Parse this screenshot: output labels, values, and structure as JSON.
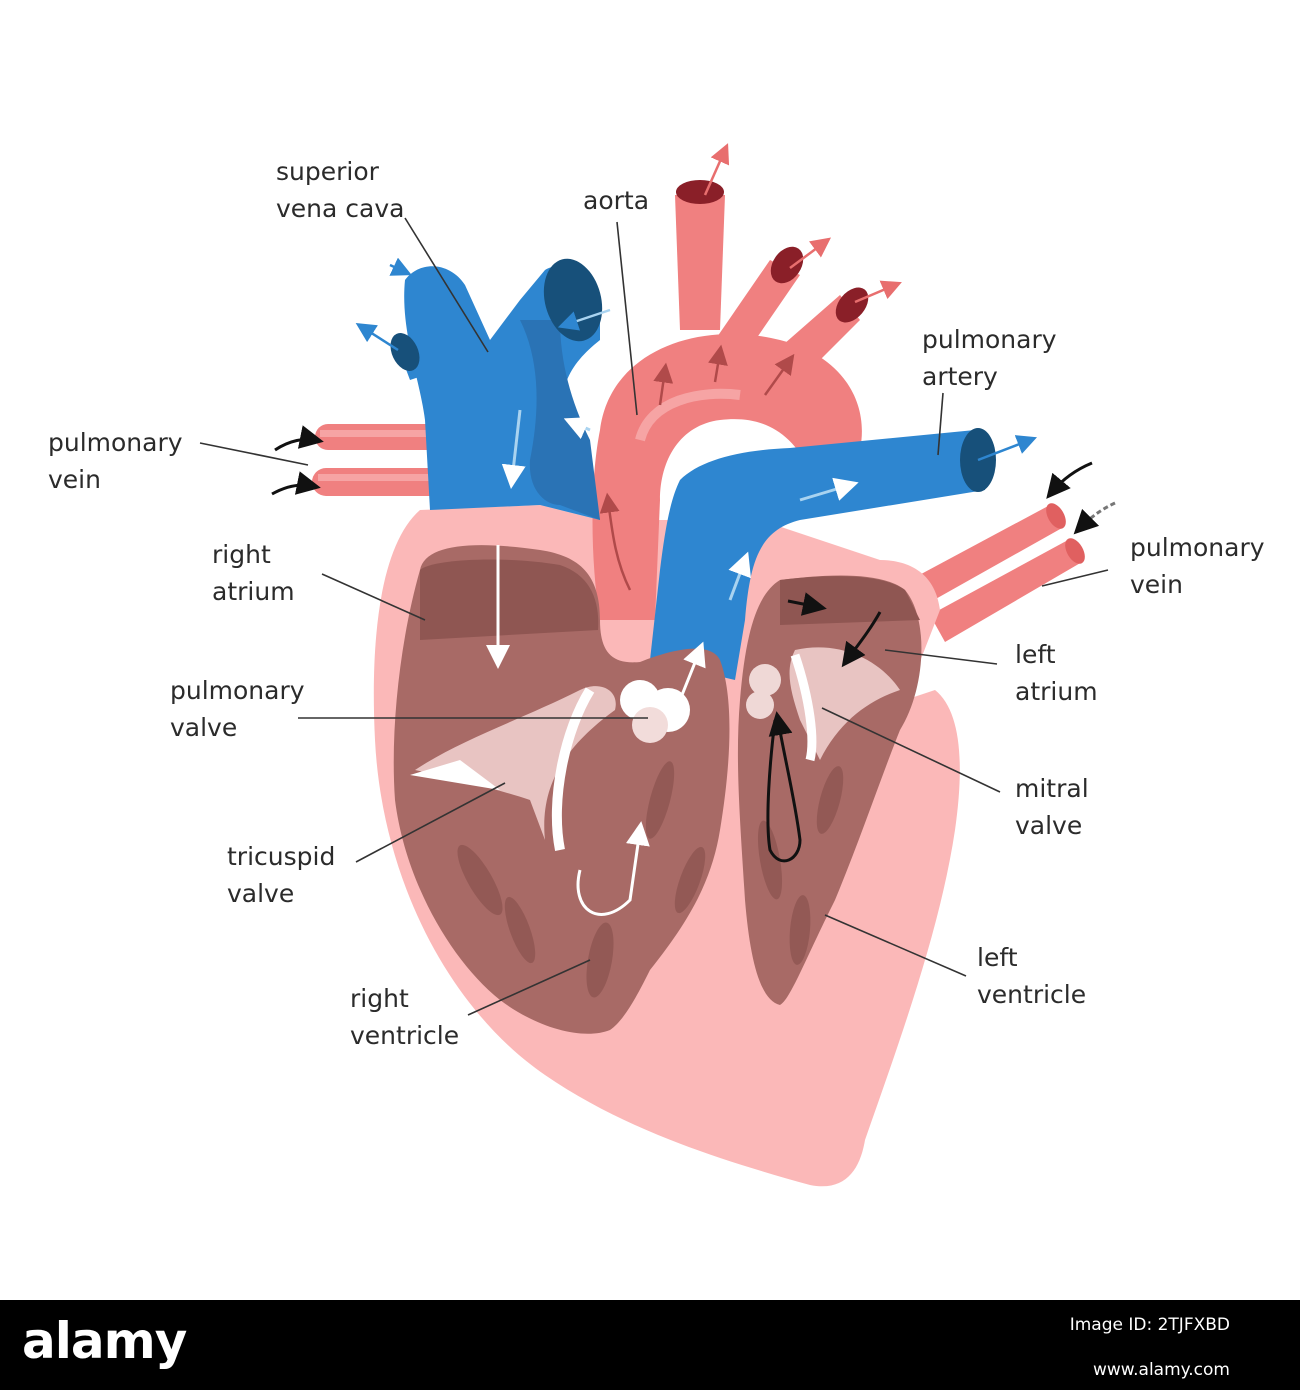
{
  "labels": {
    "superior_vena_cava": [
      "superior",
      "vena cava"
    ],
    "aorta": [
      "aorta"
    ],
    "pulmonary_artery": [
      "pulmonary",
      "artery"
    ],
    "pulmonary_vein_left": [
      "pulmonary",
      "vein"
    ],
    "pulmonary_vein_right": [
      "pulmonary",
      "vein"
    ],
    "right_atrium": [
      "right",
      "atrium"
    ],
    "left_atrium": [
      "left",
      "atrium"
    ],
    "pulmonary_valve": [
      "pulmonary",
      "valve"
    ],
    "mitral_valve": [
      "mitral",
      "valve"
    ],
    "tricuspid_valve": [
      "tricuspid",
      "valve"
    ],
    "right_ventricle": [
      "right",
      "ventricle"
    ],
    "left_ventricle": [
      "left",
      "ventricle"
    ]
  },
  "colors": {
    "deoxygenated_blue": "#2e86d0",
    "dark_blue": "#17507a",
    "artery_red": "#f08080",
    "heart_wall_pink": "#fbb8b8",
    "chamber_brown": "#a86a66",
    "valve_white": "#ffffff"
  },
  "footer": {
    "brand": "alamy",
    "image_id_lines": [
      "Image ID: 2TJFXBD"
    ],
    "site": "www.alamy.com"
  }
}
